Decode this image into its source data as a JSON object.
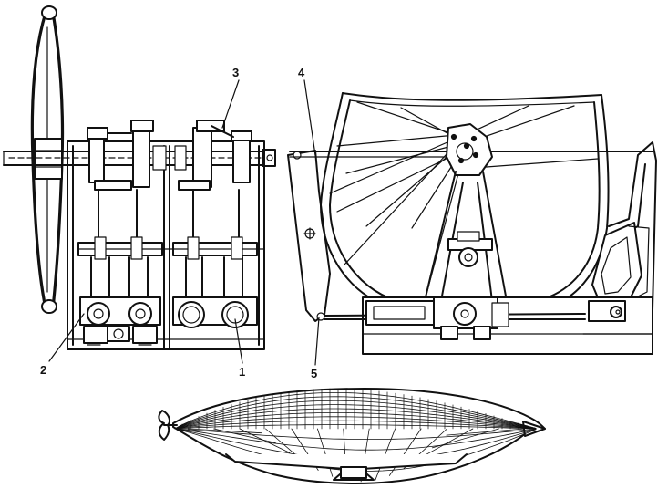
{
  "colors": {
    "ink": "#111111",
    "paper": "#ffffff"
  },
  "labels": {
    "l1": "1",
    "l2": "2",
    "l3": "3",
    "l4": "4",
    "l5": "5"
  }
}
